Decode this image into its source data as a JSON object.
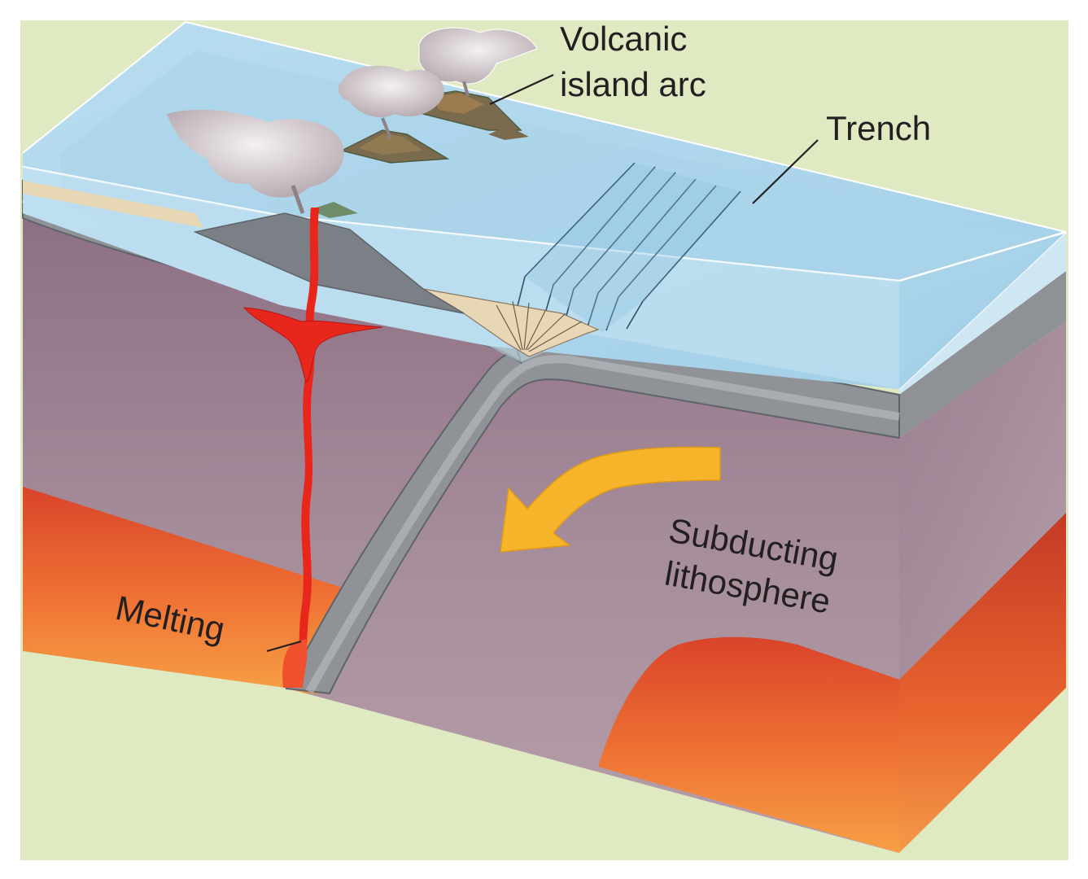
{
  "labels": {
    "volcanic_line1": "Volcanic",
    "volcanic_line2": "island arc",
    "trench": "Trench",
    "subducting_line1": "Subducting",
    "subducting_line2": "lithosphere",
    "melting": "Melting"
  },
  "colors": {
    "background": "#dfe9c2",
    "ocean": "#a9d3eb",
    "mantle": "#9f8594",
    "asthenosphere": "#ef7a3a",
    "lithosphere": "#8f9398",
    "magma": "#e8261c",
    "sediment": "#e8d7b4",
    "arrow": "#f6b42a"
  }
}
